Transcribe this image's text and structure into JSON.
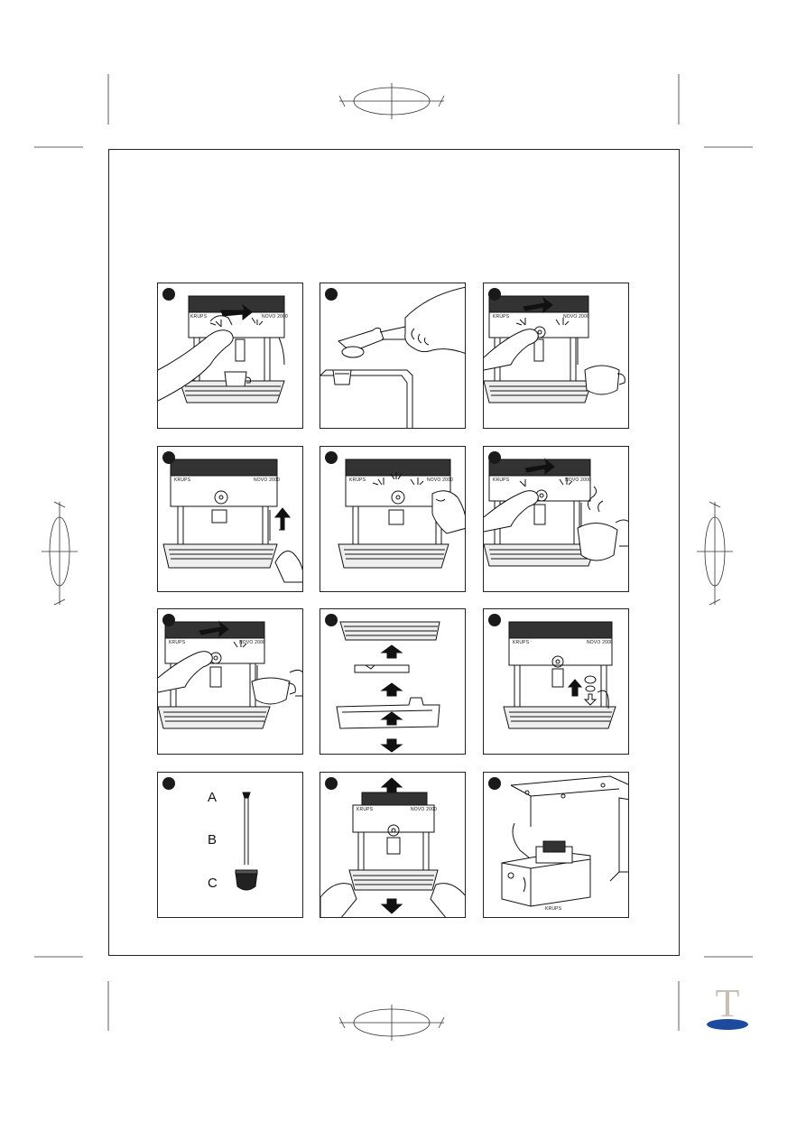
{
  "page": {
    "tab_letter": "T",
    "accent_color": "#1c4a9e",
    "tab_letter_color": "#c8bfb5"
  },
  "panels": [
    {
      "id": 1,
      "number": "",
      "brand_left": "KRUPS",
      "brand_right": "NOVO 2000"
    },
    {
      "id": 2,
      "number": ""
    },
    {
      "id": 3,
      "number": "",
      "brand_left": "KRUPS",
      "brand_right": "NOVO 2000"
    },
    {
      "id": 4,
      "number": "",
      "brand_left": "KRUPS",
      "brand_right": "NOVO 2000"
    },
    {
      "id": 5,
      "number": "",
      "brand_left": "KRUPS",
      "brand_right": "NOVO 2000"
    },
    {
      "id": 6,
      "number": "",
      "brand_left": "KRUPS",
      "brand_right": "NOVO 2000"
    },
    {
      "id": 7,
      "number": "",
      "brand_left": "KRUPS",
      "brand_right": "NOVO 2000"
    },
    {
      "id": 8,
      "number": ""
    },
    {
      "id": 9,
      "number": "",
      "brand_left": "KRUPS",
      "brand_right": "NOVO 2000"
    },
    {
      "id": 10,
      "number": "",
      "labels": {
        "a": "A",
        "b": "B",
        "c": "C"
      }
    },
    {
      "id": 11,
      "number": "",
      "brand_left": "KRUPS",
      "brand_right": "NOVO 2000"
    },
    {
      "id": 12,
      "number": "",
      "brand_bottom": "KRUPS"
    }
  ]
}
